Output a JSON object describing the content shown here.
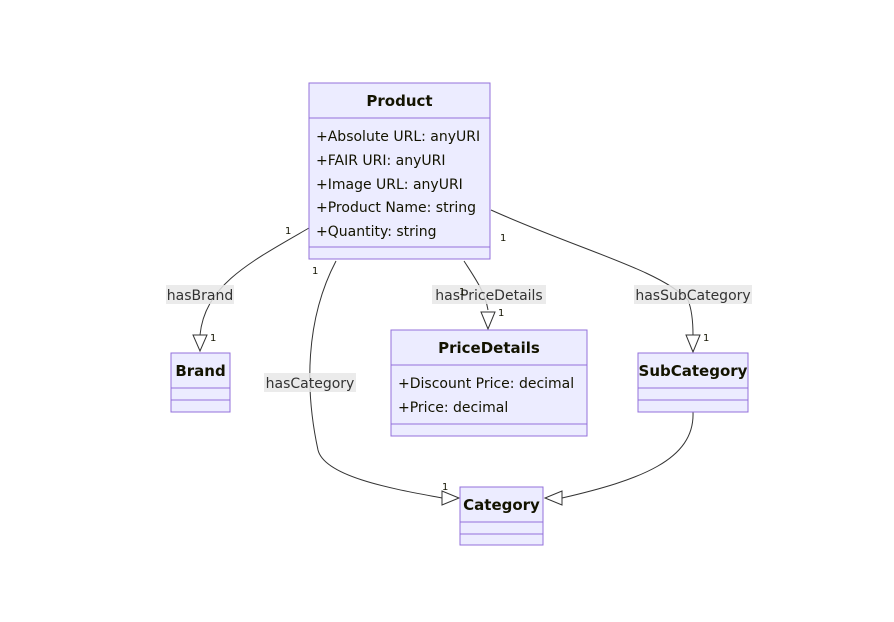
{
  "classes": {
    "product": {
      "name": "Product",
      "attributes": [
        "+Absolute URL: anyURI",
        "+FAIR URI: anyURI",
        "+Image URL: anyURI",
        "+Product Name: string",
        "+Quantity: string"
      ]
    },
    "brand": {
      "name": "Brand",
      "attributes": []
    },
    "price_details": {
      "name": "PriceDetails",
      "attributes": [
        "+Discount Price: decimal",
        "+Price: decimal"
      ]
    },
    "sub_category": {
      "name": "SubCategory",
      "attributes": []
    },
    "category": {
      "name": "Category",
      "attributes": []
    }
  },
  "relations": {
    "has_brand": {
      "label": "hasBrand",
      "source_card": "1",
      "target_card": "1"
    },
    "has_category": {
      "label": "hasCategory",
      "source_card": "1",
      "target_card": "1"
    },
    "has_price_details": {
      "label": "hasPriceDetails",
      "source_card": "1",
      "target_card": "1"
    },
    "has_sub_category": {
      "label": "hasSubCategory",
      "source_card": "1",
      "target_card": "1"
    }
  },
  "colors": {
    "class_fill": "#ececff",
    "class_stroke": "#9370db",
    "edge": "#333333",
    "label_bg": "#e8e8e8"
  }
}
